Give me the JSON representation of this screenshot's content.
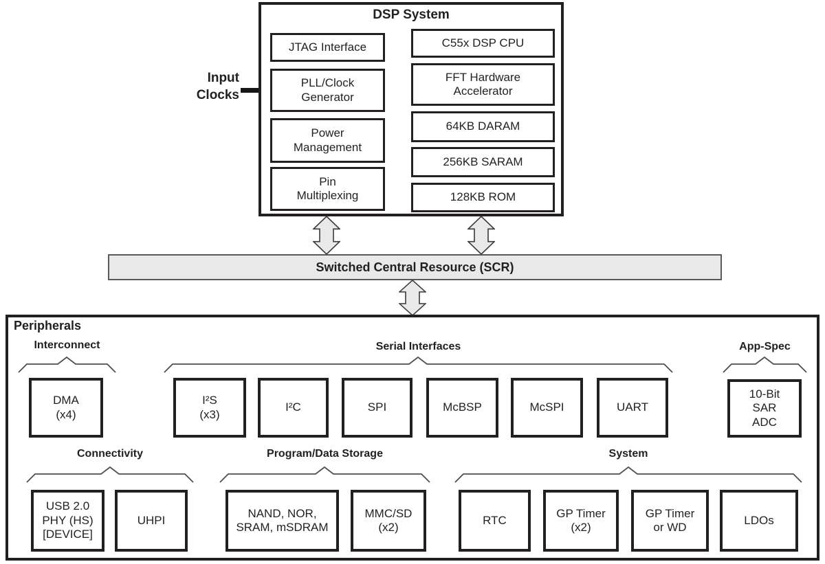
{
  "input_clocks": {
    "label": "Input\nClocks"
  },
  "dsp": {
    "title": "DSP System",
    "left": [
      "JTAG Interface",
      "PLL/Clock\nGenerator",
      "Power\nManagement",
      "Pin\nMultiplexing"
    ],
    "right": [
      "C55x DSP CPU",
      "FFT Hardware\nAccelerator",
      "64KB DARAM",
      "256KB SARAM",
      "128KB ROM"
    ]
  },
  "scr": {
    "label": "Switched Central Resource (SCR)"
  },
  "peripherals": {
    "title": "Peripherals",
    "sections": {
      "interconnect": {
        "label": "Interconnect",
        "blocks": [
          "DMA\n(x4)"
        ]
      },
      "serial": {
        "label": "Serial Interfaces",
        "blocks": [
          "I²S\n(x3)",
          "I²C",
          "SPI",
          "McBSP",
          "McSPI",
          "UART"
        ]
      },
      "app_spec": {
        "label": "App-Spec",
        "blocks": [
          "10-Bit\nSAR\nADC"
        ]
      },
      "connectivity": {
        "label": "Connectivity",
        "blocks": [
          "USB 2.0\nPHY (HS)\n[DEVICE]",
          "UHPI"
        ]
      },
      "storage": {
        "label": "Program/Data Storage",
        "blocks": [
          "NAND, NOR,\nSRAM, mSDRAM",
          "MMC/SD\n(x2)"
        ]
      },
      "system": {
        "label": "System",
        "blocks": [
          "RTC",
          "GP Timer\n(x2)",
          "GP Timer\nor WD",
          "LDOs"
        ]
      }
    }
  },
  "colors": {
    "background": "#ffffff",
    "line": "#231f20",
    "fill_gray": "#e9e9e9",
    "brace": "#4d4d4d"
  }
}
